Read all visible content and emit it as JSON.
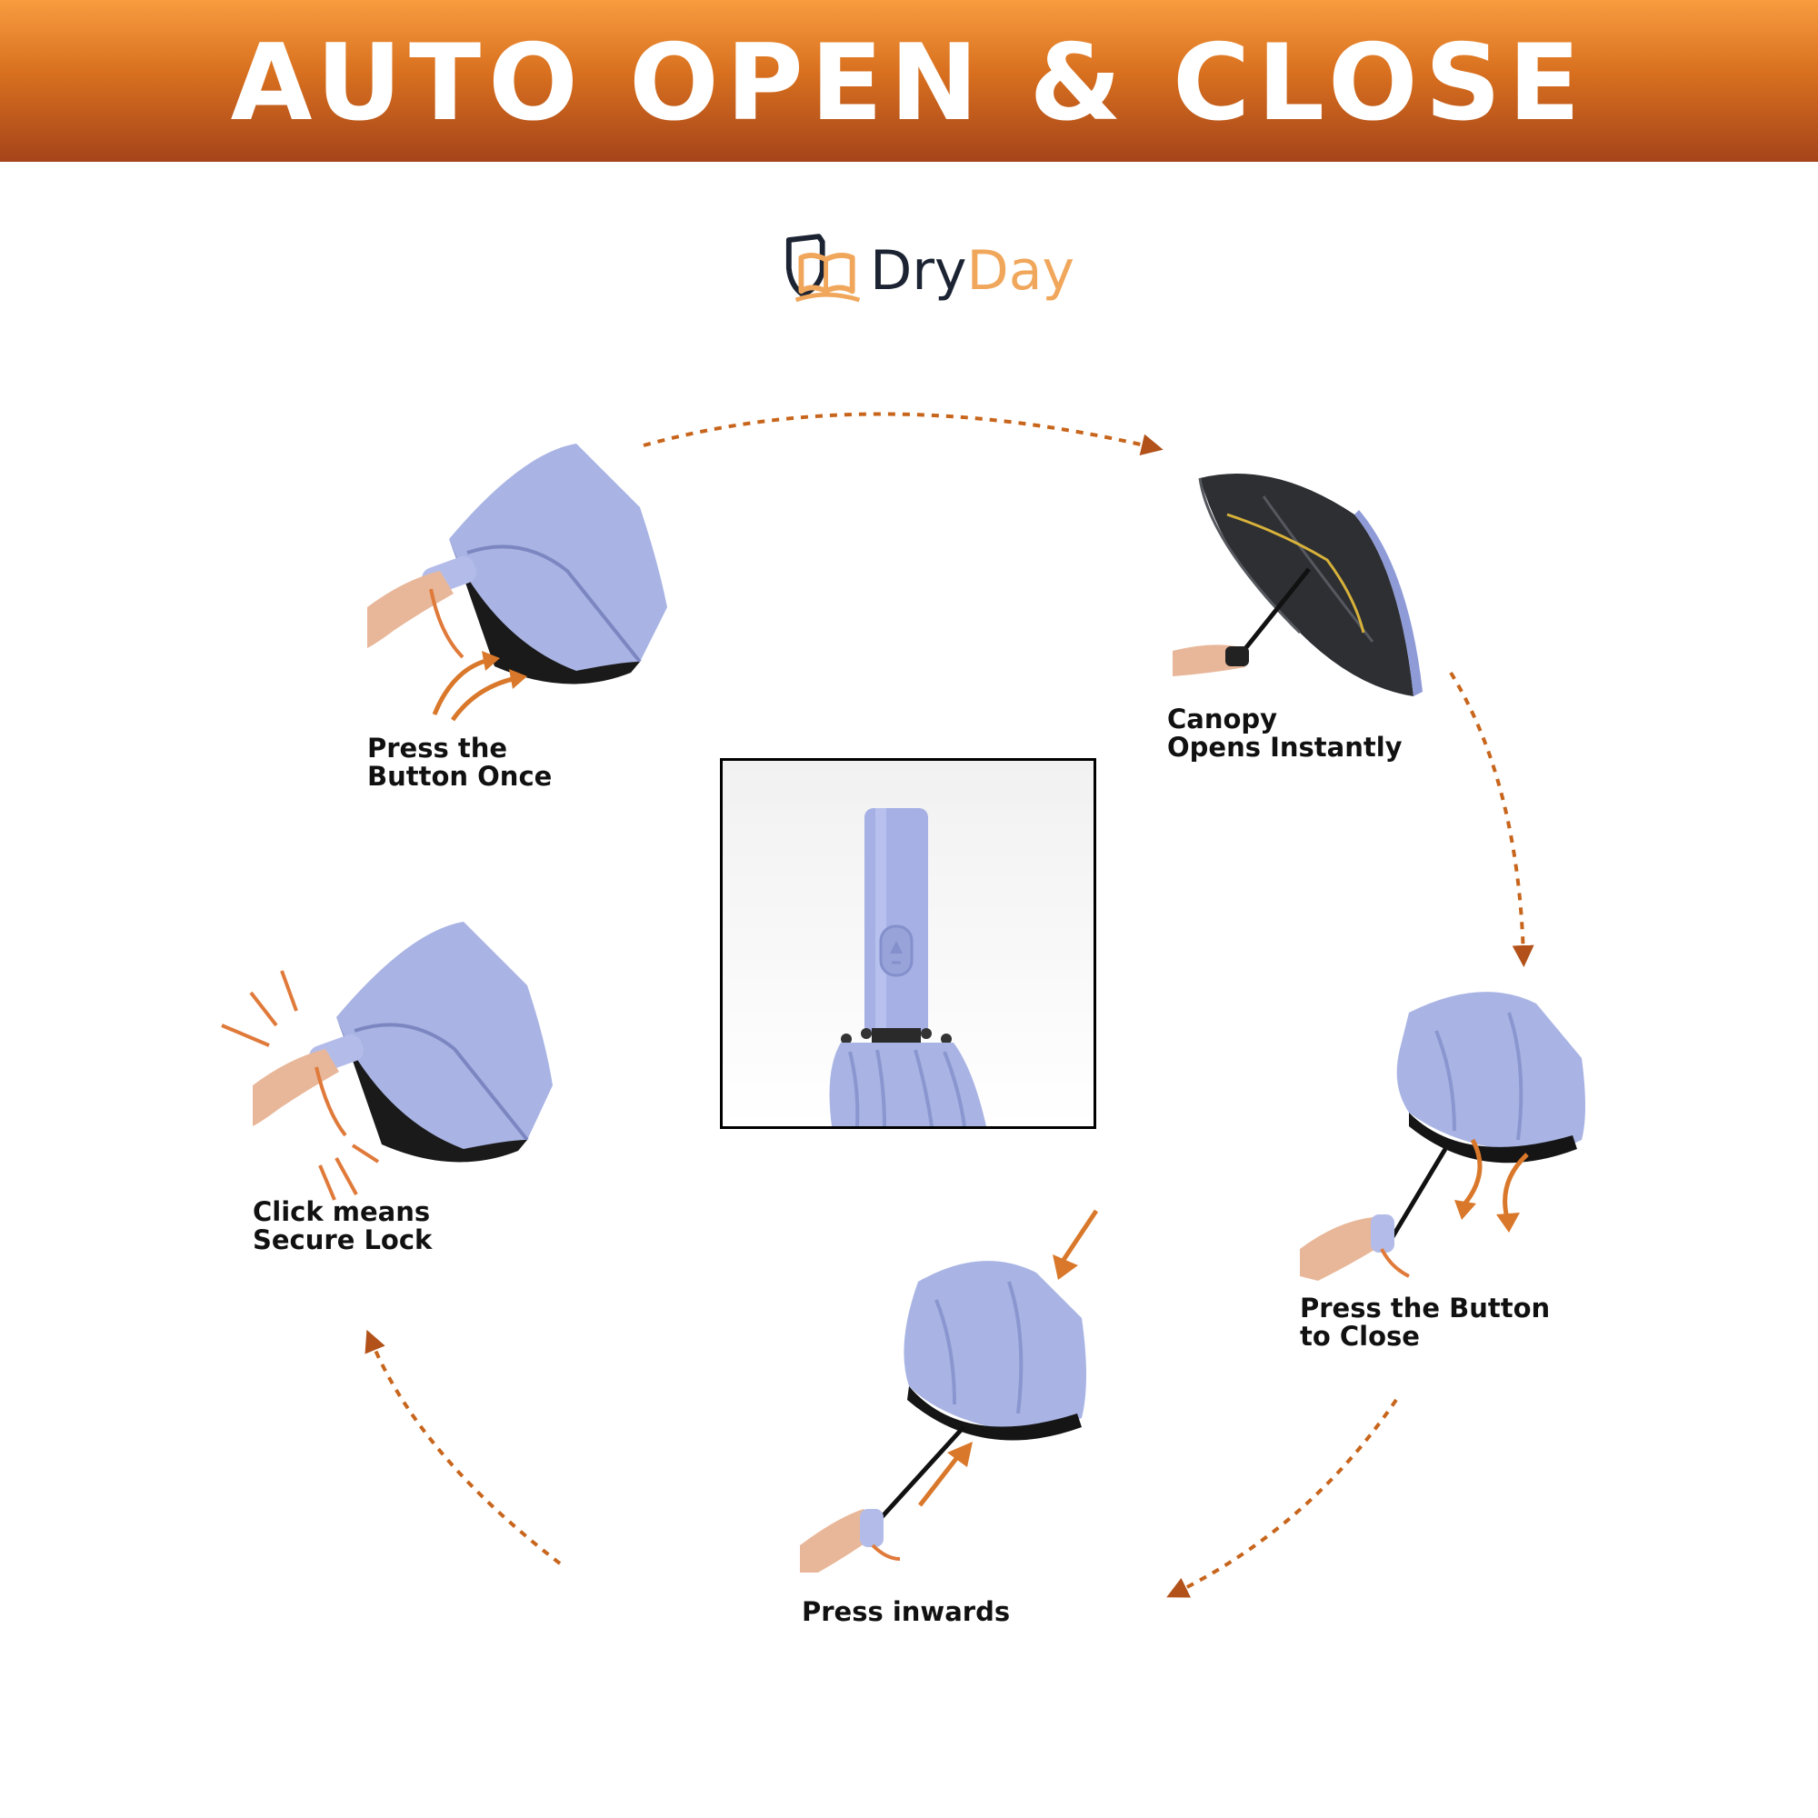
{
  "banner": {
    "title": "AUTO OPEN & CLOSE"
  },
  "brand": {
    "name_part1": "Dry",
    "name_part2": "Day"
  },
  "steps": [
    {
      "id": "press-button-once",
      "line1": "Press the",
      "line2": "Button Once"
    },
    {
      "id": "canopy-opens",
      "line1": "Canopy",
      "line2": "Opens Instantly"
    },
    {
      "id": "press-button-close",
      "line1": "Press the Button",
      "line2": "to Close"
    },
    {
      "id": "press-inwards",
      "line1": "Press inwards",
      "line2": ""
    },
    {
      "id": "secure-lock",
      "line1": "Click means",
      "line2": "Secure Lock"
    }
  ],
  "colors": {
    "banner_top": "#f89c3f",
    "banner_bottom": "#a5441a",
    "arrow": "#c8651c",
    "canopy": "#a9b4e4",
    "canopy_shade": "#8a96cf",
    "brand_dark": "#1c2433",
    "brand_accent": "#f0a75c"
  },
  "icons": [
    "shield-book-logo-icon",
    "curved-arrow-icon",
    "dotted-cycle-arrow-icon",
    "umbrella-icon"
  ]
}
